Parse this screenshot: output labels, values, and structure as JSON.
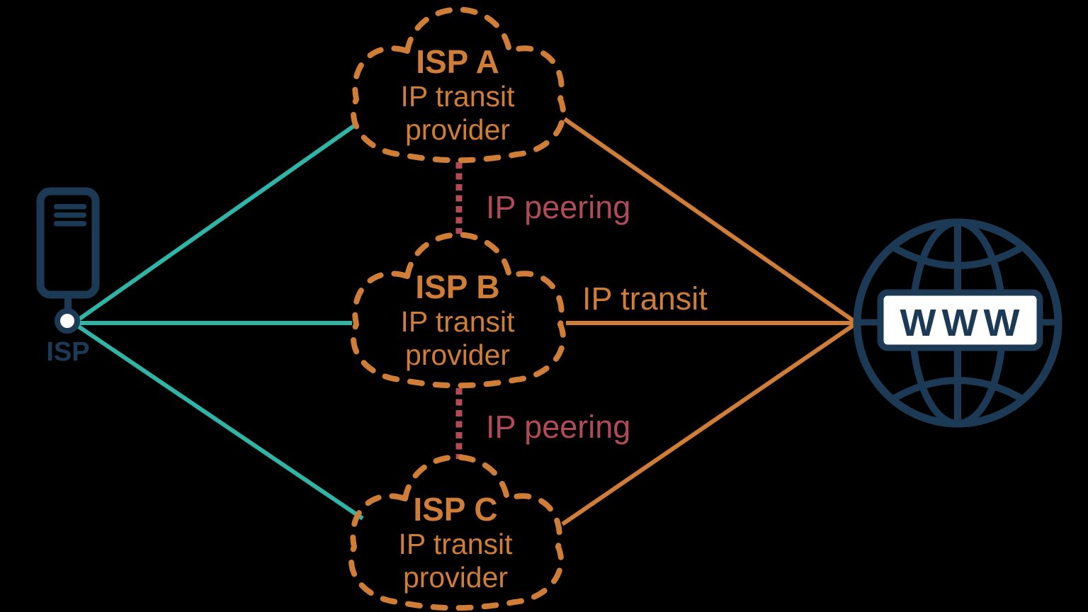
{
  "diagram": {
    "customer": {
      "label": "ISP"
    },
    "clouds": [
      {
        "name": "ISP A",
        "line1": "IP transit",
        "line2": "provider"
      },
      {
        "name": "ISP B",
        "line1": "IP transit",
        "line2": "provider"
      },
      {
        "name": "ISP C",
        "line1": "IP transit",
        "line2": "provider"
      }
    ],
    "labels": {
      "peering_top": "IP peering",
      "peering_bottom": "IP peering",
      "transit": "IP transit"
    },
    "internet": {
      "label": "WWW"
    },
    "colors": {
      "background": "#000000",
      "navy": "#1c3a55",
      "orange": "#d07d37",
      "teal": "#2fb4a5",
      "maroon": "#b04b57",
      "white": "#ffffff"
    }
  }
}
